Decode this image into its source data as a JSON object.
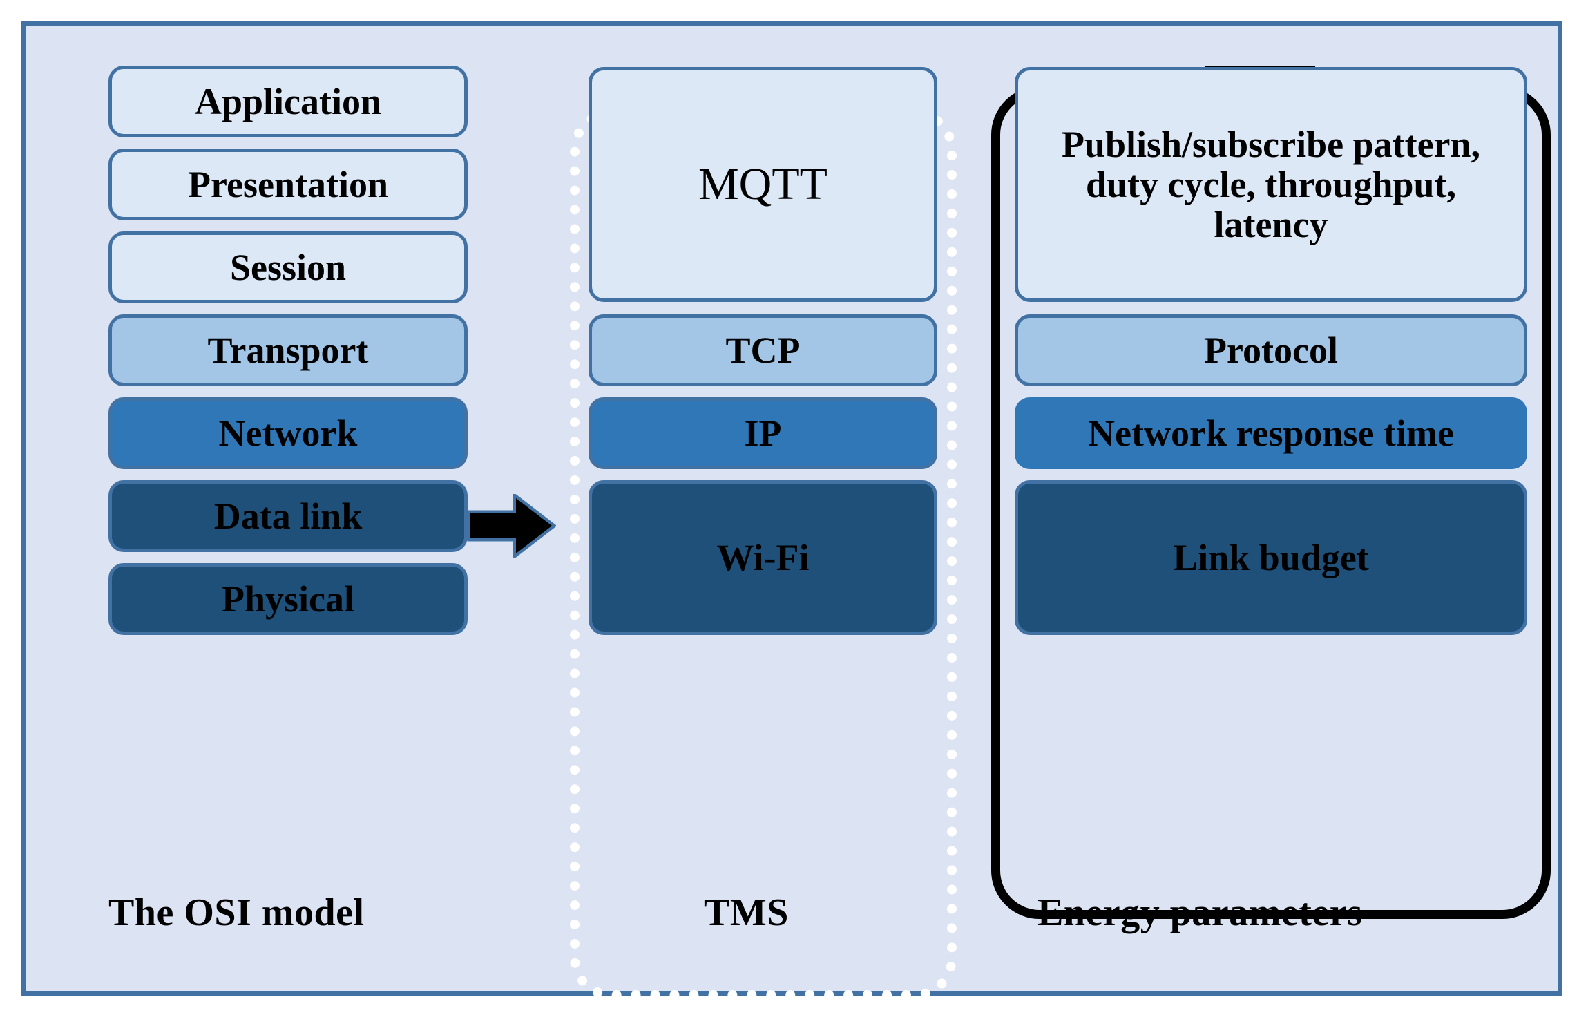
{
  "diagram": {
    "background_color": "#dce3f3",
    "frame_border_color": "#4272a4",
    "palette": {
      "tier1_lightest": "#dde8f6",
      "tier2_light": "#a3c6e6",
      "tier3_medium": "#2f77b6",
      "tier4_dark": "#1e5079",
      "box_border": "#4272a4",
      "battery_outline": "#000000",
      "dotted_border": "#ffffff",
      "text": "#000000"
    }
  },
  "columns": {
    "osi": {
      "caption": "The OSI model",
      "layers": [
        {
          "label": "Application",
          "tier": "t1"
        },
        {
          "label": "Presentation",
          "tier": "t1"
        },
        {
          "label": "Session",
          "tier": "t1"
        },
        {
          "label": "Transport",
          "tier": "t2"
        },
        {
          "label": "Network",
          "tier": "t3"
        },
        {
          "label": "Data link",
          "tier": "t4"
        },
        {
          "label": "Physical",
          "tier": "t4"
        }
      ]
    },
    "tms": {
      "caption": "TMS",
      "layers": [
        {
          "label": "MQTT",
          "tier": "t1"
        },
        {
          "label": "TCP",
          "tier": "t2"
        },
        {
          "label": "IP",
          "tier": "t3"
        },
        {
          "label": "Wi-Fi",
          "tier": "t4"
        }
      ]
    },
    "energy": {
      "caption": "Energy parameters",
      "layers": [
        {
          "label": "Publish/subscribe pattern, duty cycle, throughput, latency",
          "tier": "t1"
        },
        {
          "label": "Protocol",
          "tier": "t2"
        },
        {
          "label": "Network response time",
          "tier": "t3"
        },
        {
          "label": "Link budget",
          "tier": "t4"
        }
      ]
    }
  },
  "connector": {
    "icon": "right-arrow-icon",
    "fill": "#000000",
    "outline": "#4272a4",
    "from": "osi.transport",
    "to": "tms.tcp"
  }
}
